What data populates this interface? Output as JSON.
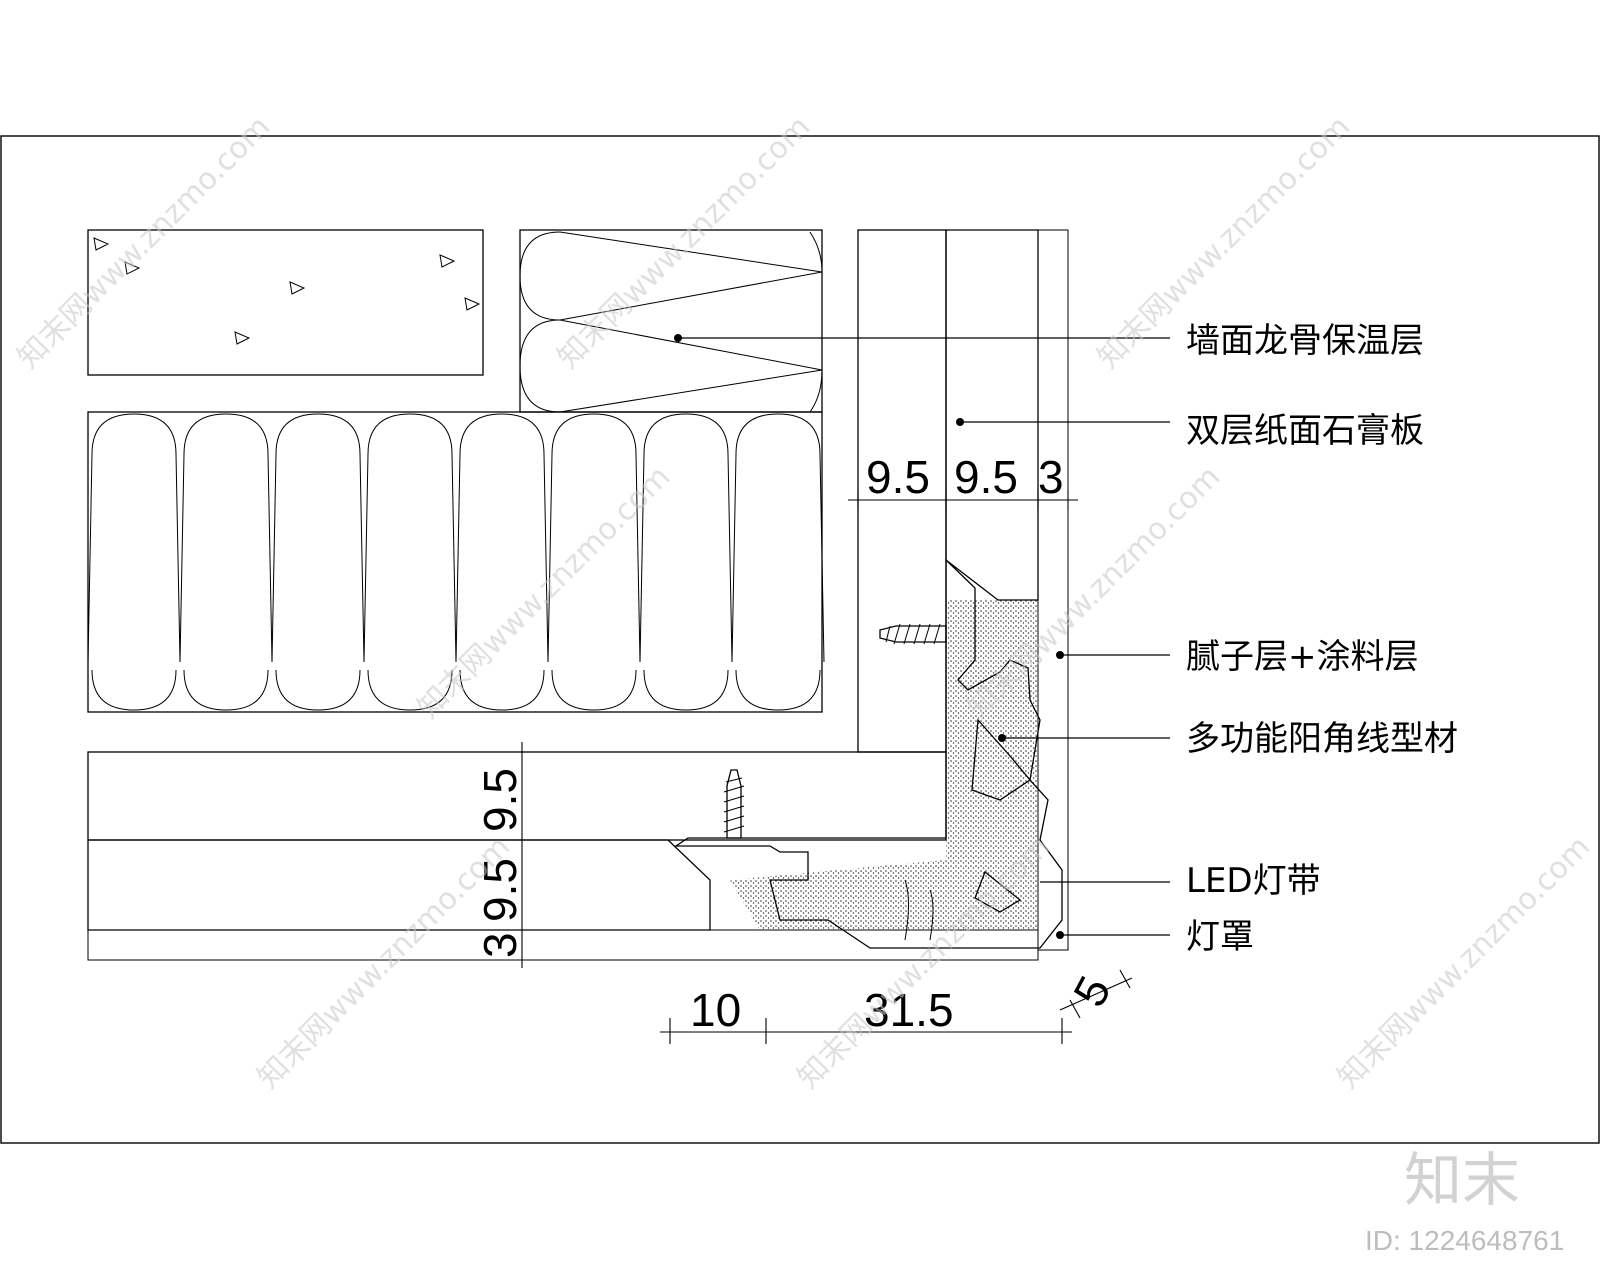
{
  "labels": {
    "wall_keel_insulation": "墙面龙骨保温层",
    "double_gypsum": "双层纸面石膏板",
    "putty_coating": "腻子层+涂料层",
    "corner_profile": "多功能阳角线型材",
    "led_strip": "LED灯带",
    "lamp_cover": "灯罩"
  },
  "dimensions": {
    "top_a": "9.5",
    "top_b": "9.5",
    "top_c": "3",
    "left_a": "9.5",
    "left_b": "9.5",
    "left_c": "3",
    "bottom_a": "10",
    "bottom_b": "31.5",
    "diag": "5"
  },
  "watermark": {
    "text": "知末网www.znzmo.com",
    "brand": "知末",
    "id": "ID: 1224648761"
  }
}
